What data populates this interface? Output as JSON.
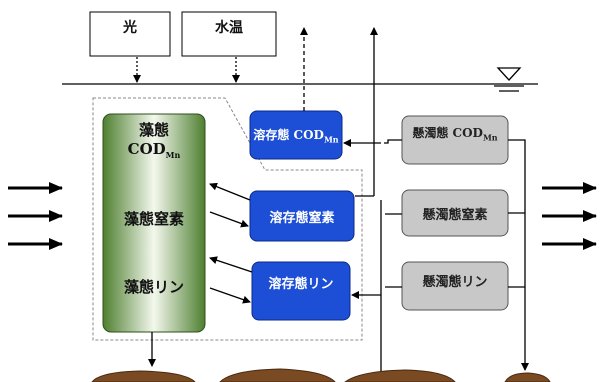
{
  "inputs": {
    "light": "光",
    "water_temp": "水温"
  },
  "algae": {
    "cod_line1": "藻態",
    "cod_main": "COD",
    "cod_sub": "Mn",
    "nitrogen": "藻態窒素",
    "phosphorus": "藻態リン"
  },
  "dissolved": {
    "cod_prefix": "溶存態 COD",
    "cod_sub": "Mn",
    "nitrogen": "溶存態窒素",
    "phosphorus": "溶存態リン"
  },
  "suspended": {
    "cod_prefix": "懸濁態 COD",
    "cod_sub": "Mn",
    "nitrogen": "懸濁態窒素",
    "phosphorus": "懸濁態リン"
  },
  "colors": {
    "algae_green": "#5a8a3a",
    "dissolved_blue": "#1c4fd6",
    "suspended_gray": "#c8c8c8",
    "sediment_brown": "#7a4a22"
  }
}
